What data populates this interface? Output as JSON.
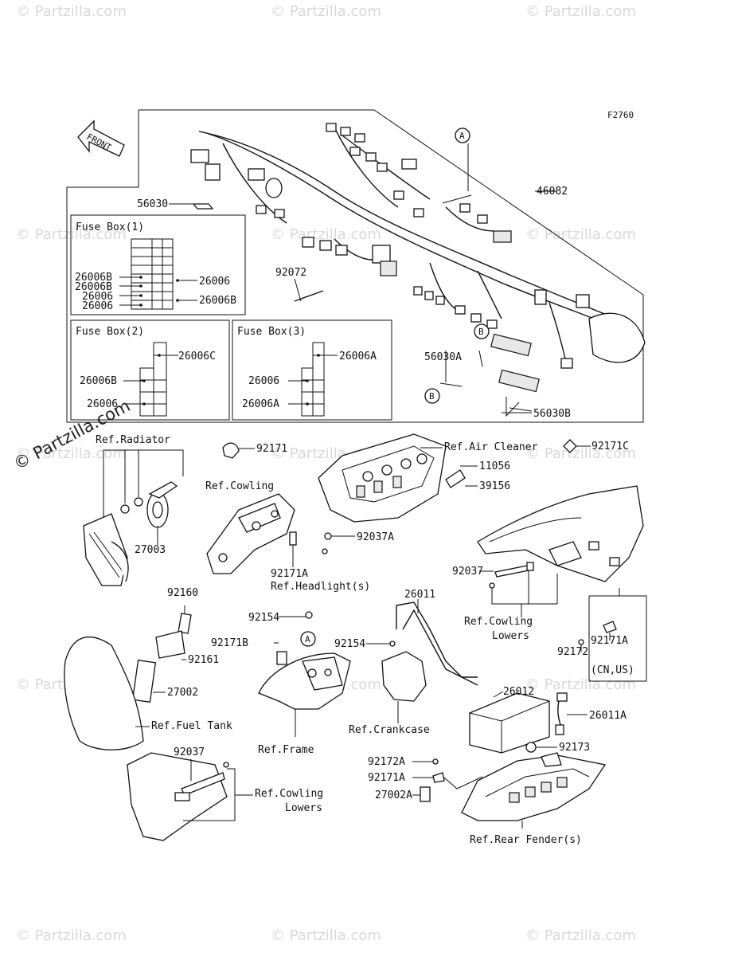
{
  "figure_code": "F2760",
  "front_label": "FRONT",
  "watermarks": [
    "© Partzilla.com",
    "© Partzilla.com"
  ],
  "fuse_boxes": [
    {
      "title": "Fuse Box(1)",
      "labels_left": [
        "26006B",
        "26006B",
        "26006",
        "26006"
      ],
      "labels_right": [
        "26006",
        "26006B"
      ]
    },
    {
      "title": "Fuse Box(2)",
      "labels_left": [
        "26006B",
        "26006"
      ],
      "labels_right": [
        "26006C"
      ]
    },
    {
      "title": "Fuse Box(3)",
      "labels_left": [
        "26006",
        "26006A"
      ],
      "labels_right": [
        "26006A"
      ]
    }
  ],
  "callouts": {
    "p46082": "46082",
    "p56030": "56030",
    "p92072": "92072",
    "p56030A": "56030A",
    "p56030B": "56030B",
    "ref_radiator": "Ref.Radiator",
    "p92171": "92171",
    "ref_air_cleaner": "Ref.Air Cleaner",
    "p92171C": "92171C",
    "p11056": "11056",
    "p39156": "39156",
    "ref_cowling": "Ref.Cowling",
    "p27003": "27003",
    "p92037A": "92037A",
    "p92171A_a": "92171A",
    "ref_headlight": "Ref.Headlight(s)",
    "p92037_a": "92037",
    "ref_cowling_lowers_1": "Ref.Cowling",
    "ref_cowling_lowers_2": "Lowers",
    "p92172": "92172",
    "p92171A_b": "92171A",
    "cn_us": "(CN,US)",
    "p92160": "92160",
    "p92161": "92161",
    "p27002": "27002",
    "ref_fuel_tank": "Ref.Fuel Tank",
    "p92154_a": "92154",
    "p92154_b": "92154",
    "p26011": "26011",
    "p92171B": "92171B",
    "ref_frame": "Ref.Frame",
    "ref_crankcase": "Ref.Crankcase",
    "p26012": "26012",
    "p26011A": "26011A",
    "p92037_b": "92037",
    "ref_cowling_lowers_3": "Ref.Cowling",
    "ref_cowling_lowers_4": "Lowers",
    "p92172A": "92172A",
    "p92171A_c": "92171A",
    "p92173": "92173",
    "p27002A": "27002A",
    "ref_rear_fender": "Ref.Rear Fender(s)"
  },
  "markers": {
    "a1": "A",
    "a2": "A",
    "b1": "B",
    "b2": "B"
  }
}
